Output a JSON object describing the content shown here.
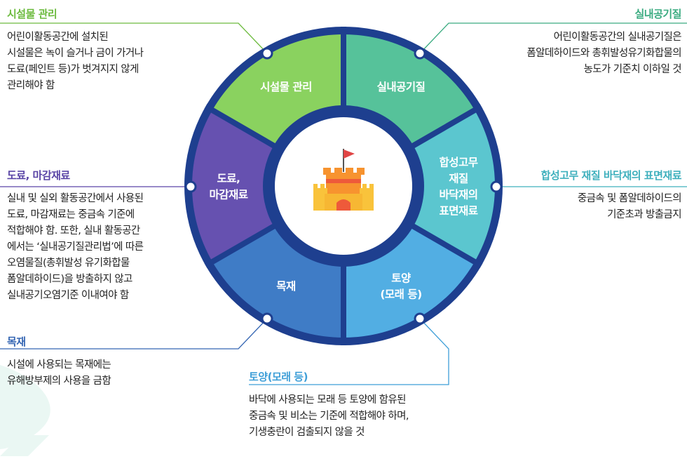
{
  "segments": [
    {
      "id": "facility",
      "label_lines": [
        "시설물 관리"
      ],
      "color": "#8ad25f",
      "heading_color": "#6dbb3f",
      "heading": "시설물 관리",
      "body_lines": [
        "어린이활동공간에 설치된",
        "시설물은 녹이 슬거나 금이 가거나",
        "도료(페인트 등)가 벗겨지지 않게",
        "관리해야 함"
      ]
    },
    {
      "id": "indoor-air",
      "label_lines": [
        "실내공기질"
      ],
      "color": "#56c29a",
      "heading_color": "#3aab80",
      "heading": "실내공기질",
      "body_lines": [
        "어린이활동공간의 실내공기질은",
        "폼알데하이드와 총휘발성유기화합물의",
        "농도가 기준치 이하일 것"
      ]
    },
    {
      "id": "synthetic-rubber",
      "label_lines": [
        "합성고무",
        "재질",
        "바닥재의",
        "표면재료"
      ],
      "color": "#5bc6cf",
      "heading_color": "#3fb0bd",
      "heading": "합성고무 재질 바닥재의 표면재료",
      "body_lines": [
        "중금속 및 폼알데하이드의",
        "기준초과 방출금지"
      ]
    },
    {
      "id": "soil",
      "label_lines": [
        "토양",
        "(모래 등)"
      ],
      "color": "#52aee3",
      "heading_color": "#3f9fd8",
      "heading": "토양(모래 등)",
      "body_lines": [
        "바닥에 사용되는 모래 등 토양에 함유된",
        "중금속 및 비소는 기준에 적합해야 하며,",
        "기생충란이 검출되지 않을 것"
      ]
    },
    {
      "id": "wood",
      "label_lines": [
        "목재"
      ],
      "color": "#3f7cc6",
      "heading_color": "#3566b3",
      "heading": "목재",
      "body_lines": [
        "시설에 사용되는 목재에는",
        "유해방부제의 사용을 금함"
      ]
    },
    {
      "id": "paint",
      "label_lines": [
        "도료,",
        "마감재료"
      ],
      "color": "#6651b0",
      "heading_color": "#5a45a6",
      "heading": "도료, 마감재료",
      "body_lines": [
        "실내 및 실외 활동공간에서 사용된",
        "도료, 마감재료는 중금속 기준에",
        "적합해야 함. 또한, 실내 활동공간",
        "에서는 ‘실내공기질관리법’에 따른",
        "오염물질(총휘발성 유기화합물",
        "폼알데하이드)을 방출하지 않고",
        "실내공기오염기준 이내여야 함"
      ]
    }
  ],
  "colors": {
    "ring": "#1e3f8f",
    "center": "#ffffff",
    "flag": "#e04545",
    "castle_orange": "#f7932f",
    "castle_red": "#ee5a3a",
    "castle_yellow": "#f9c33b",
    "bg_blob": "#eaf7f3"
  },
  "center_icon": "sandcastle-icon"
}
